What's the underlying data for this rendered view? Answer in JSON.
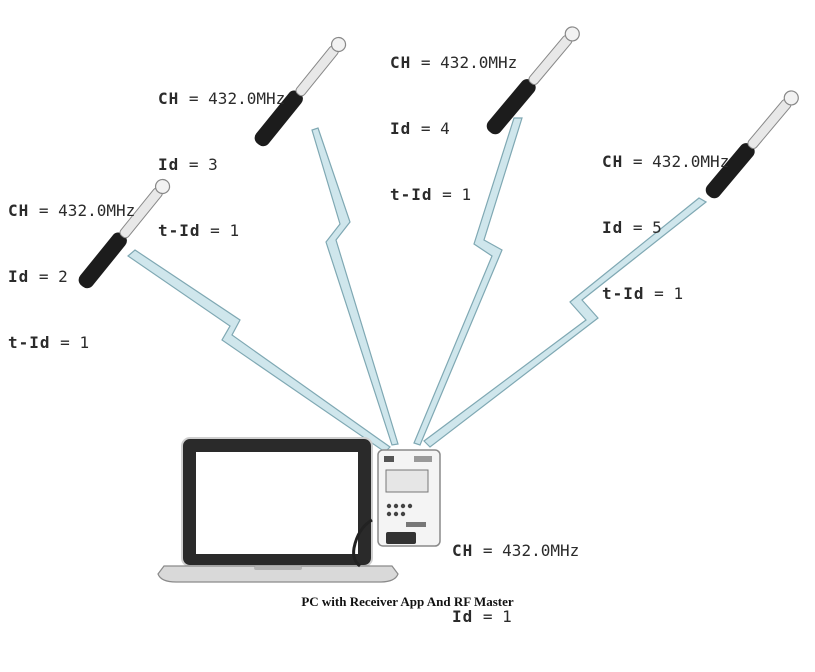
{
  "caption": "PC with Receiver App And RF Master",
  "colors": {
    "lightning_fill": "#cfe6ec",
    "lightning_stroke": "#7fa8b3",
    "wrench_body": "#1c1c1c",
    "laptop_frame": "#2a2a2a"
  },
  "nodes": [
    {
      "id": "wrench-2",
      "lines": [
        {
          "key": "CH",
          "value": "432.0MHz"
        },
        {
          "key": "Id",
          "value": "2"
        },
        {
          "key": "t-Id",
          "value": "1"
        }
      ]
    },
    {
      "id": "wrench-3",
      "lines": [
        {
          "key": "CH",
          "value": "432.0MHz"
        },
        {
          "key": "Id",
          "value": "3"
        },
        {
          "key": "t-Id",
          "value": "1"
        }
      ]
    },
    {
      "id": "wrench-4",
      "lines": [
        {
          "key": "CH",
          "value": "432.0MHz"
        },
        {
          "key": "Id",
          "value": "4"
        },
        {
          "key": "t-Id",
          "value": "1"
        }
      ]
    },
    {
      "id": "wrench-5",
      "lines": [
        {
          "key": "CH",
          "value": "432.0MHz"
        },
        {
          "key": "Id",
          "value": "5"
        },
        {
          "key": "t-Id",
          "value": "1"
        }
      ]
    },
    {
      "id": "rf-master",
      "lines": [
        {
          "key": "CH",
          "value": "432.0MHz"
        },
        {
          "key": "Id",
          "value": "1"
        }
      ]
    }
  ]
}
